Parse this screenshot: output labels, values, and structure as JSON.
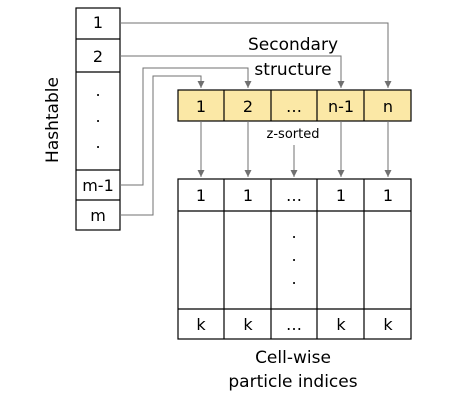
{
  "hashtable": {
    "label": "Hashtable",
    "cells": [
      "1",
      "2",
      ".",
      ".",
      ".",
      "m-1",
      "m"
    ]
  },
  "secondary": {
    "title_line1": "Secondary",
    "title_line2": "structure",
    "cells": [
      "1",
      "2",
      "…",
      "n-1",
      "n"
    ],
    "sort_label": "z-sorted",
    "fill_color": "#fbe8a6"
  },
  "particles": {
    "top_row": [
      "1",
      "1",
      "…",
      "1",
      "1"
    ],
    "middle": ".",
    "bottom_row": [
      "k",
      "k",
      "…",
      "k",
      "k"
    ],
    "caption_line1": "Cell-wise",
    "caption_line2": "particle indices"
  },
  "colors": {
    "line": "#000000",
    "connector": "#707070"
  }
}
